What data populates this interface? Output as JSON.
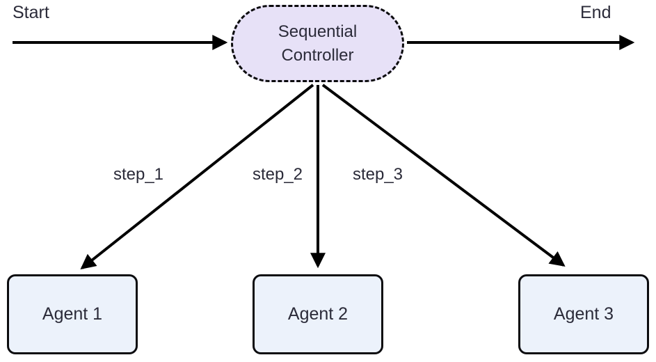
{
  "diagram": {
    "type": "flowchart",
    "start_label": "Start",
    "end_label": "End",
    "controller": {
      "label": "Sequential Controller"
    },
    "agents": [
      {
        "label": "Agent 1"
      },
      {
        "label": "Agent 2"
      },
      {
        "label": "Agent 3"
      }
    ],
    "edges": [
      {
        "from": "Start",
        "to": "Sequential Controller",
        "label": ""
      },
      {
        "from": "Sequential Controller",
        "to": "End",
        "label": ""
      },
      {
        "from": "Sequential Controller",
        "to": "Agent 1",
        "label": "step_1"
      },
      {
        "from": "Sequential Controller",
        "to": "Agent 2",
        "label": "step_2"
      },
      {
        "from": "Sequential Controller",
        "to": "Agent 3",
        "label": "step_3"
      }
    ],
    "colors": {
      "controller_fill": "#e7e1f7",
      "agent_fill": "#ecf2fb",
      "edge_stroke": "#000000",
      "text": "#2b2b39"
    }
  }
}
